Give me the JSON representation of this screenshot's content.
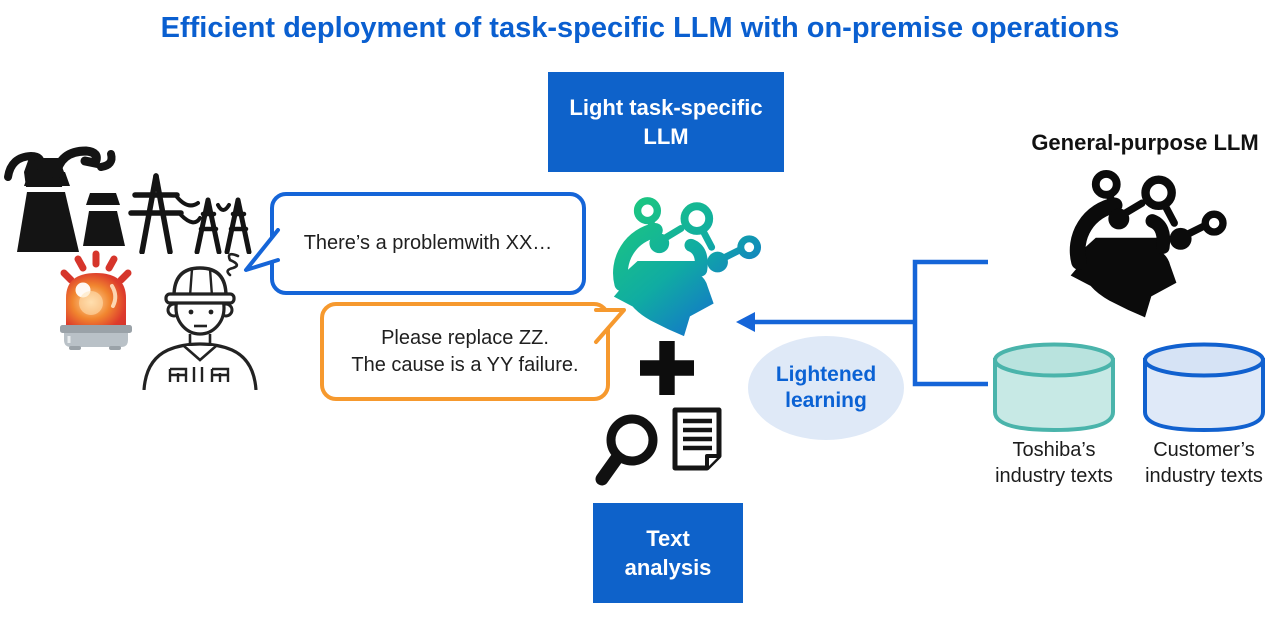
{
  "title": "Efficient deployment of task-specific LLM with on-premise operations",
  "light_llm_box": {
    "line1": "Light task-specific",
    "line2": "LLM"
  },
  "text_analysis_box": {
    "line1": "Text",
    "line2": "analysis"
  },
  "bubbles": {
    "operator": {
      "text": "There’s a problemwith XX…"
    },
    "llm_reply": {
      "line1": "Please replace ZZ.",
      "line2": "The cause is a YY failure."
    }
  },
  "lightened_learning": {
    "line1": "Lightened",
    "line2": "learning"
  },
  "general_purpose_llm": {
    "label": "General-purpose LLM"
  },
  "databases": {
    "toshiba": {
      "line1": "Toshiba’s",
      "line2": "industry texts"
    },
    "customer": {
      "line1": "Customer’s",
      "line2": "industry texts"
    }
  },
  "icons": {
    "power_plant": "power-plant-icon",
    "transmission_towers": "transmission-towers-icon",
    "alarm_beacon": "alarm-beacon-icon",
    "field_worker": "field-worker-icon",
    "task_llm_head": "ai-head-network-gradient-icon",
    "general_llm_head": "ai-head-network-black-icon",
    "plus": "plus-icon",
    "magnifier": "magnifying-glass-icon",
    "document": "document-icon",
    "toshiba_db": "database-cylinder-teal-icon",
    "customer_db": "database-cylinder-blue-icon",
    "arrow": "lightened-learning-arrow"
  },
  "colors": {
    "title_blue": "#0a5fd0",
    "box_blue": "#0e62ca",
    "bubble_blue_border": "#1565d8",
    "bubble_orange_border": "#f6992e",
    "ellipse_bg": "#dfe9f7",
    "ellipse_text": "#0b62d4",
    "gradient_green": "#1eca7b",
    "gradient_teal": "#10aca2",
    "gradient_blue": "#1563d8",
    "teal_db_border": "#4ab4ab",
    "teal_db_fill": "#c7e9e5",
    "blue_db_border": "#1161cf",
    "blue_db_fill": "#dfe9f8",
    "beacon_red": "#d6352b",
    "icon_black": "#0b0b0b"
  }
}
